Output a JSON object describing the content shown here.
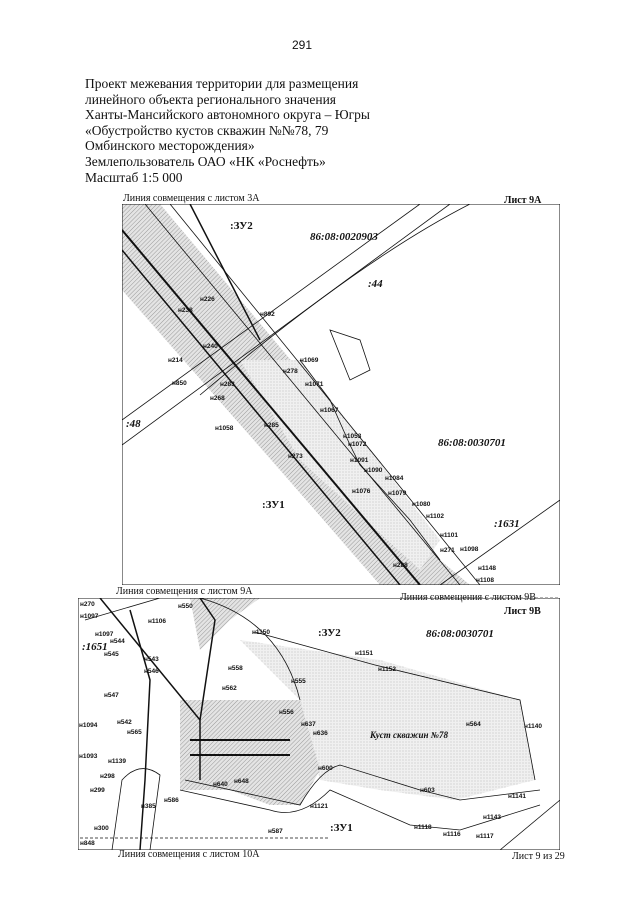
{
  "page_number": "291",
  "title_lines": [
    "Проект межевания территории для размещения",
    "линейного объекта регионального значения",
    "Ханты-Мансийского автономного округа – Югры",
    "«Обустройство кустов скважин №№78, 79",
    "Омбинского месторождения»",
    "Землепользователь ОАО «НК «Роснефть»",
    "Масштаб 1:5 000"
  ],
  "sheet_a": {
    "top_link": "Линия совмещения с листом 3А",
    "sheet_label": "Лист 9А",
    "labels": [
      ":ЗУ2",
      "86:08:0020903",
      ":44",
      "н226",
      "н238",
      "н892",
      "н240",
      "н214",
      "н850",
      "н1069",
      "н278",
      "н1071",
      "н283",
      "н268",
      "н1067",
      ":48",
      "н1058",
      "н285",
      "н1053",
      "н1072",
      "86:08:0030701",
      "н273",
      "н1091",
      "н1090",
      "н1084",
      "н1076",
      "н1079",
      ":ЗУ1",
      "н1080",
      "н1102",
      ":1631",
      "н1101",
      "н1098",
      "н271",
      "н288",
      "н1148",
      "н1108"
    ]
  },
  "sheet_b": {
    "top_link_left": "Линия совмещения с листом 9А",
    "top_link_right": "Линия совмещения с листом 9В",
    "sheet_label": "Лист 9В",
    "bottom_link": "Линия совмещения с листом 10А",
    "labels": [
      "н270",
      "н1097",
      "н1106",
      "н550",
      "н1097",
      ":1651",
      "н544",
      "н545",
      "н543",
      "н546",
      "н1150",
      ":ЗУ2",
      "86:08:0030701",
      "н1151",
      "н1152",
      "н558",
      "н555",
      "н562",
      "н547",
      "н542",
      "н565",
      "н1094",
      "н1093",
      "н1139",
      "н556",
      "н637",
      "н636",
      "н564",
      "н1140",
      "Куст скважин №78",
      "н600",
      "н298",
      "н299",
      "н1121",
      "н587",
      ":ЗУ1",
      "н1118",
      "н1116",
      "н1117",
      "н1141",
      "н1143",
      "н300",
      "н848",
      "н603",
      "н586",
      "н385",
      "н640",
      "н648"
    ]
  },
  "footer": "Лист 9 из 29"
}
